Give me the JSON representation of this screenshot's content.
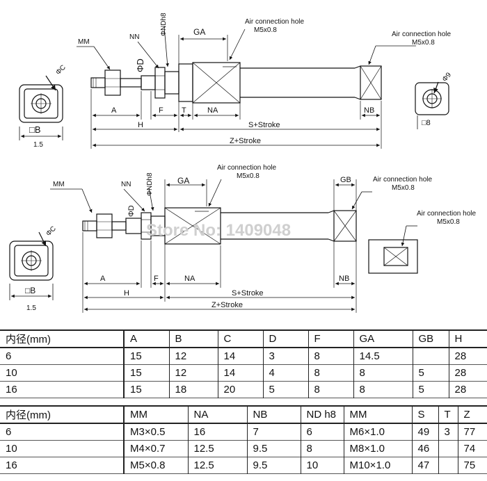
{
  "diagram": {
    "top": {
      "labels": {
        "mm": "MM",
        "nn": "NN",
        "ndh8": "ΦNDh8",
        "phi_d": "ΦD",
        "ga": "GA",
        "air1_title": "Air connection hole",
        "air1_size": "M5x0.8",
        "air2_title": "Air connection hole",
        "air2_size": "M5x0.8",
        "phi_c": "ΦC",
        "b_sq": "□B",
        "b_dim": "1.5",
        "phi9": "Φ9",
        "sq8": "□8",
        "a": "A",
        "f": "F",
        "t": "T",
        "na": "NA",
        "nb": "NB",
        "h": "H",
        "s_stroke": "S+Stroke",
        "z_stroke": "Z+Stroke"
      }
    },
    "bottom": {
      "labels": {
        "mm": "MM",
        "nn": "NN",
        "ndh8": "ΦNDh8",
        "phi_d": "ΦD",
        "ga": "GA",
        "gb": "GB",
        "air1_title": "Air connection hole",
        "air1_size": "M5x0.8",
        "air2_title": "Air connection hole",
        "air2_size": "M5x0.8",
        "air3_title": "Air connection hole",
        "air3_size": "M5x0.8",
        "phi_c": "ΦC",
        "b_sq": "□B",
        "b_dim": "1.5",
        "a": "A",
        "f": "F",
        "na": "NA",
        "nb": "NB",
        "h": "H",
        "s_stroke": "S+Stroke",
        "z_stroke": "Z+Stroke",
        "watermark": "Store No: 1409048"
      }
    }
  },
  "table1": {
    "header": [
      "内径(mm)",
      "A",
      "B",
      "C",
      "D",
      "F",
      "GA",
      "GB",
      "H"
    ],
    "rows": [
      [
        "6",
        "15",
        "12",
        "14",
        "3",
        "8",
        "14.5",
        "",
        "28"
      ],
      [
        "10",
        "15",
        "12",
        "14",
        "4",
        "8",
        "8",
        "5",
        "28"
      ],
      [
        "16",
        "15",
        "18",
        "20",
        "5",
        "8",
        "8",
        "5",
        "28"
      ]
    ]
  },
  "table2": {
    "header": [
      "内径(mm)",
      "MM",
      "NA",
      "NB",
      "ND h8",
      "MM",
      "S",
      "T",
      "Z"
    ],
    "rows": [
      [
        "6",
        "M3×0.5",
        "16",
        "7",
        "6",
        "M6×1.0",
        "49",
        "3",
        "77"
      ],
      [
        "10",
        "M4×0.7",
        "12.5",
        "9.5",
        "8",
        "M8×1.0",
        "46",
        "",
        "74"
      ],
      [
        "16",
        "M5×0.8",
        "12.5",
        "9.5",
        "10",
        "M10×1.0",
        "47",
        "",
        "75"
      ]
    ]
  }
}
